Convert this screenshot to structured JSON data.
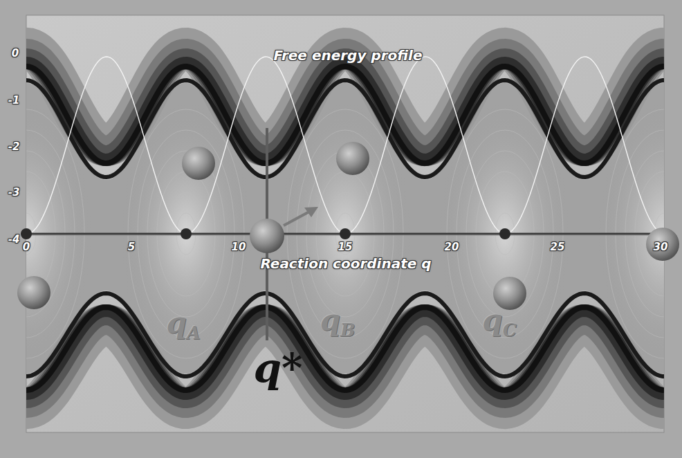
{
  "diagram": {
    "labels": [
      "Free energy profile",
      "0",
      "-1",
      "-2",
      "-3",
      "-4",
      "0",
      "5",
      "10",
      "15",
      "20",
      "25",
      "30",
      "Reaction coordinate q",
      "qA",
      "qB",
      "qC",
      "q*"
    ]
  }
}
